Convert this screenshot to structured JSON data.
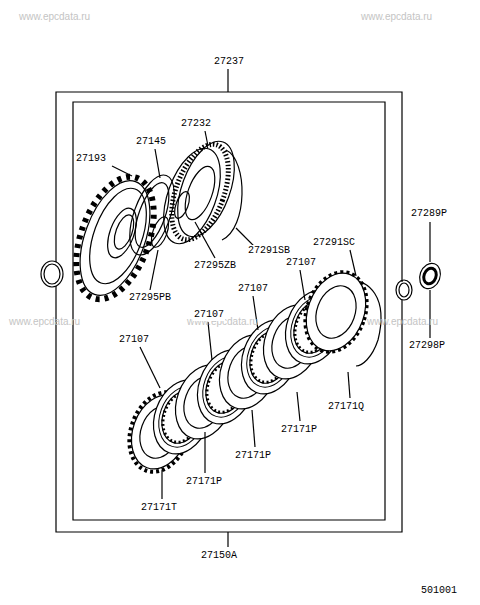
{
  "diagram": {
    "labels": [
      "www.epcdata.ru",
      "www.epcdata.ru",
      "27237",
      "27232",
      "27145",
      "27193",
      "27289P",
      "27291SB",
      "27295ZB",
      "27291SC",
      "27107",
      "27295PB",
      "27107",
      "www.epcdata.ru",
      "www.epcdata.ru",
      "www.epcdata.ru",
      "27107",
      "27298P",
      "27107",
      "27171Q",
      "27171P",
      "27171P",
      "27171P",
      "27171T",
      "27150A",
      "501001"
    ]
  }
}
